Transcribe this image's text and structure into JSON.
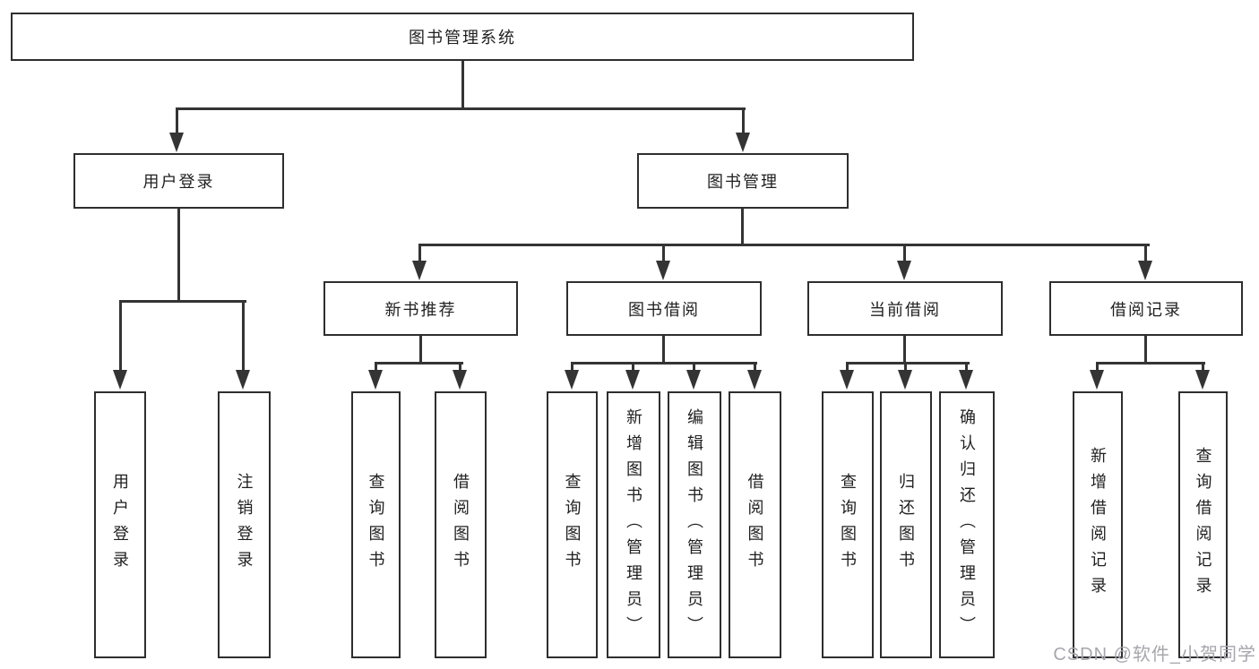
{
  "diagram": {
    "watermark": "CSDN @软件_小贺同学",
    "colors": {
      "line": "#343434",
      "box_border": "#2e2e2e",
      "text": "#1f1f1f",
      "watermark_text": "#a6a6ad",
      "background": "#ffffff"
    },
    "tree": {
      "root": {
        "label": "图书管理系统"
      },
      "branches": [
        {
          "label": "用户登录",
          "children": [
            {
              "label": "用户登录"
            },
            {
              "label": "注销登录"
            }
          ]
        },
        {
          "label": "图书管理",
          "children": [
            {
              "label": "新书推荐",
              "children": [
                {
                  "label": "查询图书"
                },
                {
                  "label": "借阅图书"
                }
              ]
            },
            {
              "label": "图书借阅",
              "children": [
                {
                  "label": "查询图书"
                },
                {
                  "label": "新增图书（管理员）"
                },
                {
                  "label": "编辑图书（管理员）"
                },
                {
                  "label": "借阅图书"
                }
              ]
            },
            {
              "label": "当前借阅",
              "children": [
                {
                  "label": "查询图书"
                },
                {
                  "label": "归还图书"
                },
                {
                  "label": "确认归还（管理员）"
                }
              ]
            },
            {
              "label": "借阅记录",
              "children": [
                {
                  "label": "新增借阅记录"
                },
                {
                  "label": "查询借阅记录"
                }
              ]
            }
          ]
        }
      ]
    }
  }
}
